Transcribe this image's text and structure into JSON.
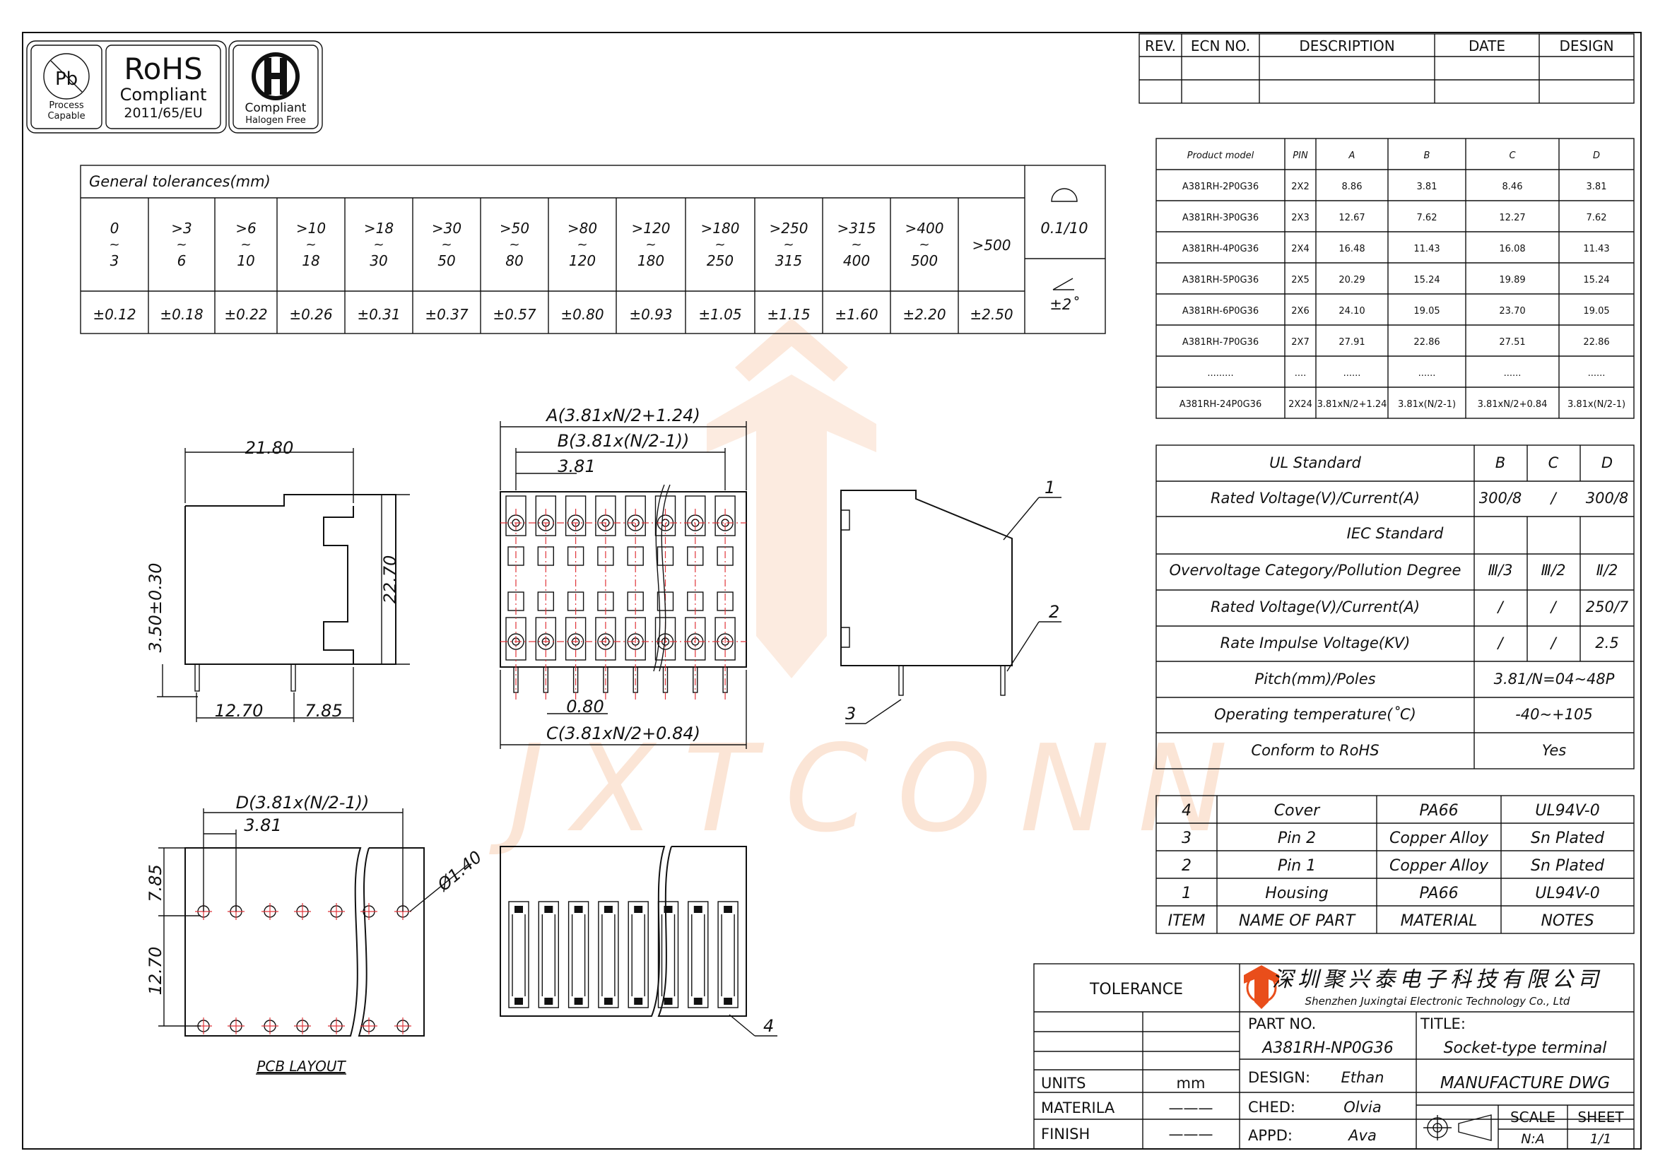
{
  "badges": {
    "pb": {
      "line1": "Process",
      "line2": "Capable"
    },
    "rohs": {
      "title": "RoHS",
      "line1": "Compliant",
      "line2": "2011/65/EU"
    },
    "halogen": {
      "line1": "Compliant",
      "line2": "Halogen Free"
    }
  },
  "tolerances": {
    "header": "General  tolerances(mm)",
    "ranges": [
      {
        "from": "0",
        "to": "3",
        "tol": "±0.12"
      },
      {
        "from": ">3",
        "to": "6",
        "tol": "±0.18"
      },
      {
        "from": ">6",
        "to": "10",
        "tol": "±0.22"
      },
      {
        "from": ">10",
        "to": "18",
        "tol": "±0.26"
      },
      {
        "from": ">18",
        "to": "30",
        "tol": "±0.31"
      },
      {
        "from": ">30",
        "to": "50",
        "tol": "±0.37"
      },
      {
        "from": ">50",
        "to": "80",
        "tol": "±0.57"
      },
      {
        "from": ">80",
        "to": "120",
        "tol": "±0.80"
      },
      {
        "from": ">120",
        "to": "180",
        "tol": "±0.93"
      },
      {
        "from": ">180",
        "to": "250",
        "tol": "±1.05"
      },
      {
        "from": ">250",
        "to": "315",
        "tol": "±1.15"
      },
      {
        "from": ">315",
        "to": "400",
        "tol": "±1.60"
      },
      {
        "from": ">400",
        "to": "500",
        "tol": "±2.20"
      },
      {
        "from": ">500",
        "to": "",
        "tol": "±2.50"
      }
    ],
    "flatness": "0.1/10",
    "angle": "±2˚"
  },
  "revision_table": {
    "headers": [
      "REV.",
      "ECN  NO.",
      "DESCRIPTION",
      "DATE",
      "DESIGN"
    ]
  },
  "model_table": {
    "headers": [
      "Product model",
      "PIN",
      "A",
      "B",
      "C",
      "D"
    ],
    "rows": [
      [
        "A381RH-2P0G36",
        "2X2",
        "8.86",
        "3.81",
        "8.46",
        "3.81"
      ],
      [
        "A381RH-3P0G36",
        "2X3",
        "12.67",
        "7.62",
        "12.27",
        "7.62"
      ],
      [
        "A381RH-4P0G36",
        "2X4",
        "16.48",
        "11.43",
        "16.08",
        "11.43"
      ],
      [
        "A381RH-5P0G36",
        "2X5",
        "20.29",
        "15.24",
        "19.89",
        "15.24"
      ],
      [
        "A381RH-6P0G36",
        "2X6",
        "24.10",
        "19.05",
        "23.70",
        "19.05"
      ],
      [
        "A381RH-7P0G36",
        "2X7",
        "27.91",
        "22.86",
        "27.51",
        "22.86"
      ],
      [
        ".........",
        "....",
        "......",
        "......",
        "......",
        "......"
      ],
      [
        "A381RH-24P0G36",
        "2X24",
        "3.81xN/2+1.24",
        "3.81x(N/2-1)",
        "3.81xN/2+0.84",
        "3.81x(N/2-1)"
      ]
    ]
  },
  "ratings": {
    "ul_standard": "UL  Standard",
    "col_b": "B",
    "col_c": "C",
    "col_d": "D",
    "ul_rated_label": "Rated  Voltage(V)/Current(A)",
    "ul_rated": [
      "300/8",
      "/",
      "300/8"
    ],
    "iec_standard": "IEC  Standard",
    "overvoltage_label": "Overvoltage  Category/Pollution  Degree",
    "overvoltage": [
      "Ⅲ/3",
      "Ⅲ/2",
      "Ⅱ/2"
    ],
    "iec_rated_label": "Rated  Voltage(V)/Current(A)",
    "iec_rated": [
      "/",
      "/",
      "250/7"
    ],
    "impulse_label": "Rate  Impulse  Voltage(KV)",
    "impulse": [
      "/",
      "/",
      "2.5"
    ],
    "pitch_label": "Pitch(mm)/Poles",
    "pitch": "3.81/N=04~48P",
    "temp_label": "Operating  temperature(˚C)",
    "temp": "-40~+105",
    "rohs_label": "Conform  to  RoHS",
    "rohs": "Yes"
  },
  "bom": {
    "rows": [
      [
        "4",
        "Cover",
        "PA66",
        "UL94V-0"
      ],
      [
        "3",
        "Pin  2",
        "Copper  Alloy",
        "Sn  Plated"
      ],
      [
        "2",
        "Pin  1",
        "Copper  Alloy",
        "Sn  Plated"
      ],
      [
        "1",
        "Housing",
        "PA66",
        "UL94V-0"
      ]
    ],
    "headers": [
      "ITEM",
      "NAME  OF  PART",
      "MATERIAL",
      "NOTES"
    ]
  },
  "title_block": {
    "tolerance": "TOLERANCE",
    "company_cn": "深圳聚兴泰电子科技有限公司",
    "company_en": "Shenzhen  Juxingtai  Electronic  Technology  Co., Ltd",
    "part_no_label": "PART  NO.",
    "part_no": "A381RH-NP0G36",
    "title_label": "TITLE:",
    "title": "Socket-type  terminal",
    "units_label": "UNITS",
    "units": "mm",
    "material_label": "MATERILA",
    "material": "———",
    "finish_label": "FINISH",
    "finish": "———",
    "design_label": "DESIGN:",
    "design": "Ethan",
    "checked_label": "CHED:",
    "checked": "Olvia",
    "approved_label": "APPD:",
    "approved": "Ava",
    "manufacture": "MANUFACTURE  DWG",
    "scale_label": "SCALE",
    "scale": "N:A",
    "sheet_label": "SHEET",
    "sheet": "1/1"
  },
  "dimensions": {
    "side_width": "21.80",
    "side_height": "22.70",
    "pin_height": "3.50±0.30",
    "pin_spacing": "12.70",
    "pin_offset": "7.85",
    "dim_a": "A(3.81xN/2+1.24)",
    "dim_b": "B(3.81x(N/2-1))",
    "pitch": "3.81",
    "pin_width": "0.80",
    "dim_c": "C(3.81xN/2+0.84)",
    "dim_d": "D(3.81x(N/2-1))",
    "pcb_pitch": "3.81",
    "pcb_offset": "7.85",
    "pcb_row_spacing": "12.70",
    "hole_dia": "Ø1.40",
    "pcb_layout": "PCB  LAYOUT",
    "callouts": [
      "1",
      "2",
      "3",
      "4"
    ]
  },
  "watermark": "JXTCONN"
}
